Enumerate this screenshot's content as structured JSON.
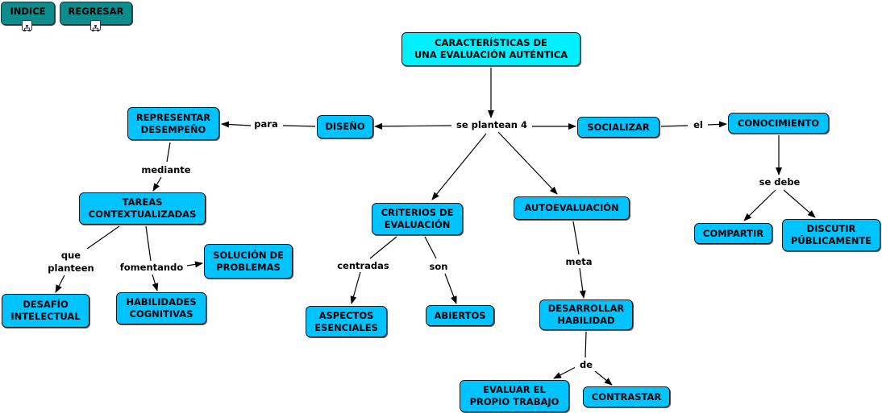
{
  "nav": {
    "indice_label": "INDICE",
    "regresar_label": "REGRESAR",
    "link_icon": "concept-map-link-icon"
  },
  "colors": {
    "concept_fill": "#00c3ff",
    "root_fill": "#00f0ff",
    "nav_fill": "#0e8c8c",
    "line": "#000000"
  },
  "concepts": {
    "root": "CARACTERÍSTICAS DE\nUNA EVALUACIÓN AUTÉNTICA",
    "diseno": "DISEÑO",
    "representar": "REPRESENTAR\nDESEMPEÑO",
    "tareas": "TAREAS\nCONTEXTUALIZADAS",
    "desafio": "DESAFÍO\nINTELECTUAL",
    "habilidades": "HABILIDADES\nCOGNITIVAS",
    "solucion": "SOLUCIÓN DE\nPROBLEMAS",
    "criterios": "CRITERIOS DE\nEVALUACIÓN",
    "aspectos": "ASPECTOS\nESENCIALES",
    "abiertos": "ABIERTOS",
    "autoevaluacion": "AUTOEVALUACIÓN",
    "desarrollar": "DESARROLLAR\nHABILIDAD",
    "evaluar": "EVALUAR EL\nPROPIO TRABAJO",
    "contrastar": "CONTRASTAR",
    "socializar": "SOCIALIZAR",
    "conocimiento": "CONOCIMIENTO",
    "compartir": "COMPARTIR",
    "discutir": "DISCUTIR\nPÚBLICAMENTE"
  },
  "linking_phrases": {
    "se_plantean": "se plantean 4",
    "para": "para",
    "mediante": "mediante",
    "que_planteen": "que\nplanteen",
    "fomentando": "fomentando",
    "centradas": "centradas",
    "son": "son",
    "meta": "meta",
    "de": "de",
    "el": "el",
    "se_debe": "se debe"
  }
}
